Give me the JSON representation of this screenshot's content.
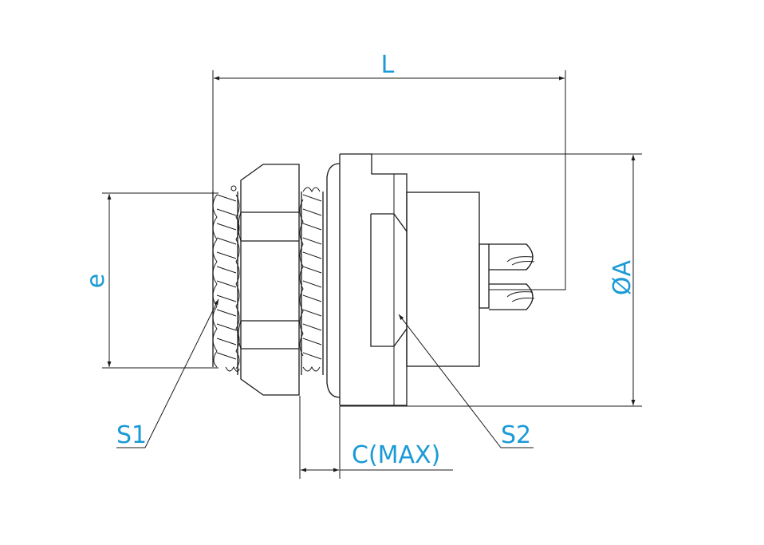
{
  "labels": {
    "length": "L",
    "thread_diameter": "e",
    "outer_diameter": "ØA",
    "nut_wrench": "S1",
    "body_wrench": "S2",
    "panel_thickness": "C(MAX)"
  },
  "colors": {
    "label": "#1a9ad6",
    "line": "#1a1a1a",
    "background": "#ffffff"
  }
}
